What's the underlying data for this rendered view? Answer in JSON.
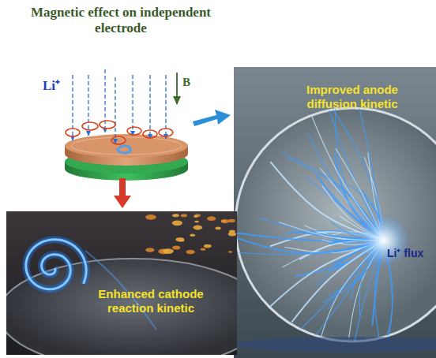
{
  "diagram": {
    "title": "Magnetic effect on independent electrode",
    "nodes": [
      {
        "text": [
          "Improved anode diffusion kinetic",
          "Li⁺ flux"
        ]
      },
      {
        "text": [
          "Enhanced cathode reaction kinetic"
        ]
      }
    ],
    "labels": [
      "Li⁺",
      "B"
    ]
  }
}
